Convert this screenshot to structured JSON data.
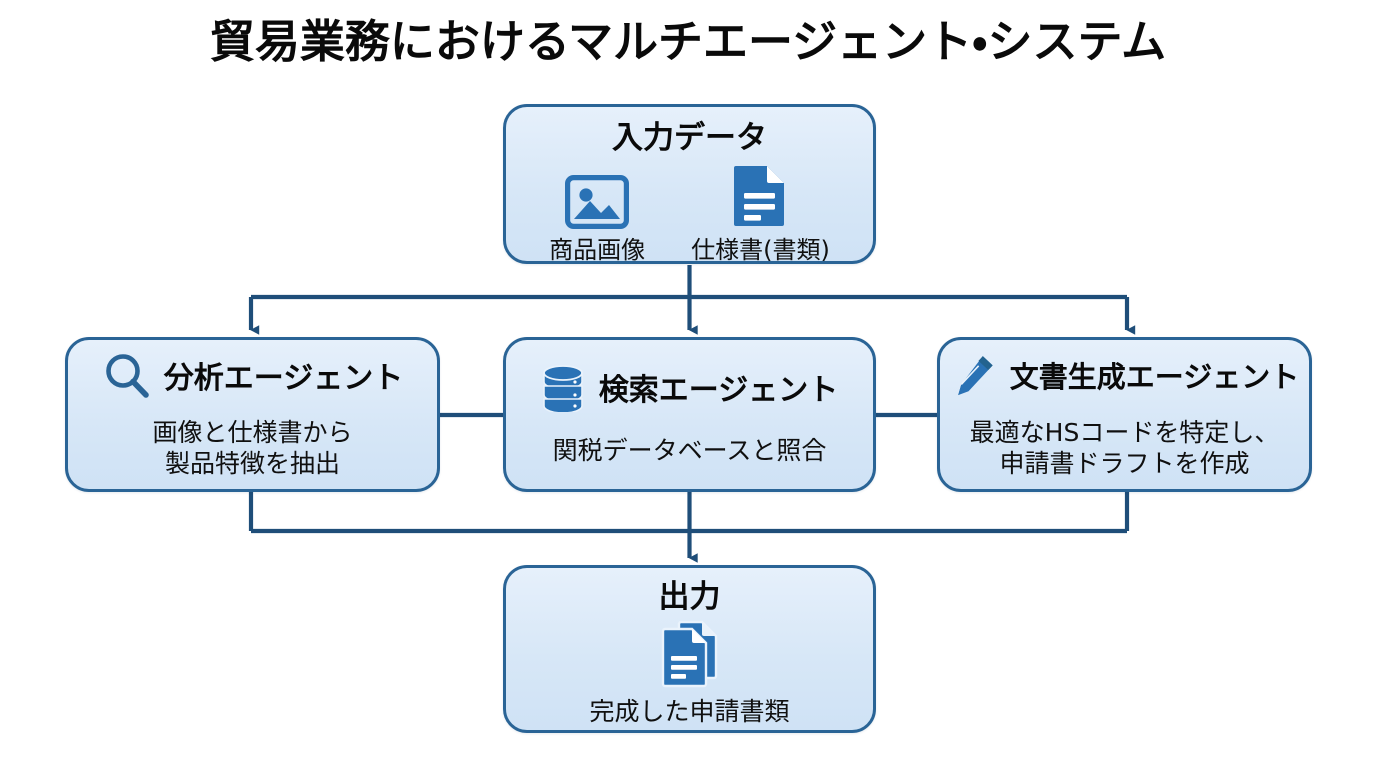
{
  "page": {
    "title": "貿易業務におけるマルチエージェント・システム",
    "background": "#ffffff"
  },
  "theme": {
    "box_border": "#2a6496",
    "box_fill_top": "#e6f0fb",
    "box_fill_bottom": "#cfe2f5",
    "connector": "#1f4e79",
    "icon_blue": "#2a72b5",
    "text": "#0a0a0a"
  },
  "input_node": {
    "title": "入力データ",
    "items": [
      {
        "icon": "image-icon",
        "label": "商品画像"
      },
      {
        "icon": "document-icon",
        "label": "仕様書(書類)"
      }
    ]
  },
  "agents": [
    {
      "icon": "magnifier-icon",
      "title": "分析エージェント",
      "desc_line1": "画像と仕様書から",
      "desc_line2": "製品特徴を抽出"
    },
    {
      "icon": "database-icon",
      "title": "検索エージェント",
      "desc_line1": "関税データベースと照合",
      "desc_line2": ""
    },
    {
      "icon": "pencil-icon",
      "title": "文書生成エージェント",
      "desc_line1": "最適なHSコードを特定し、",
      "desc_line2": "申請書ドラフトを作成"
    }
  ],
  "output_node": {
    "title": "出力",
    "icon": "documents-stack-icon",
    "caption": "完成した申請書類"
  },
  "connectors": {
    "fanout_label": "input-to-agents",
    "merge_label": "agents-to-output",
    "peer_links": 2
  }
}
